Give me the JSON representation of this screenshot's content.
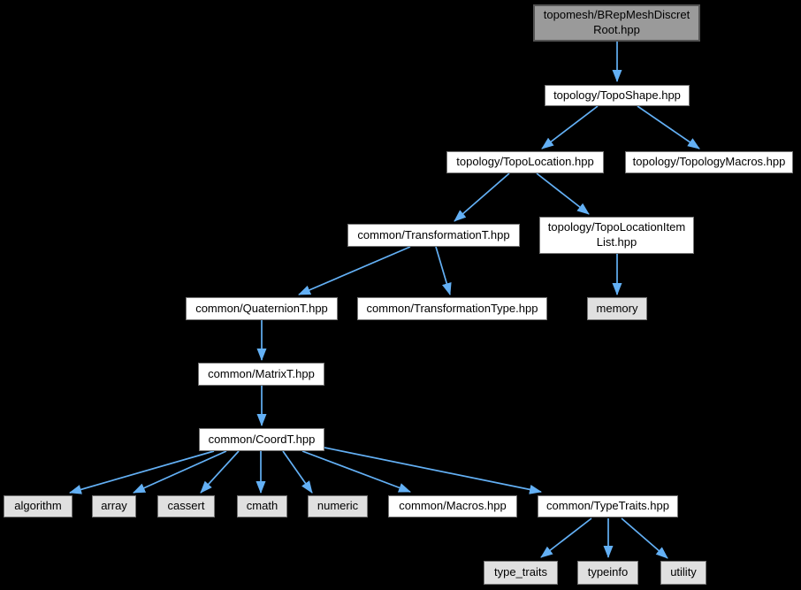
{
  "diagram": {
    "type": "include-dependency-graph",
    "colors": {
      "background": "#000000",
      "arrow": "#63B0F5",
      "node_file_bg": "#FFFFFF",
      "node_sys_bg": "#E0E0E0",
      "node_main_bg": "#9A9A9A",
      "node_border": "#757575",
      "node_main_border": "#545454",
      "text": "#000000"
    },
    "nodes": {
      "root": {
        "lines": [
          "topomesh/BRepMeshDiscret",
          "Root.hpp"
        ],
        "full_label": "topomesh/BRepMeshDiscretRoot.hpp",
        "kind": "main"
      },
      "toposhape": {
        "label": "topology/TopoShape.hpp",
        "kind": "file"
      },
      "topolocation": {
        "label": "topology/TopoLocation.hpp",
        "kind": "file"
      },
      "topologymacros": {
        "label": "topology/TopologyMacros.hpp",
        "kind": "file"
      },
      "transformationt": {
        "label": "common/TransformationT.hpp",
        "kind": "file"
      },
      "topolocationitemlist": {
        "lines": [
          "topology/TopoLocationItem",
          "List.hpp"
        ],
        "full_label": "topology/TopoLocationItemList.hpp",
        "kind": "file"
      },
      "quaterniont": {
        "label": "common/QuaternionT.hpp",
        "kind": "file"
      },
      "transformationtype": {
        "label": "common/TransformationType.hpp",
        "kind": "file"
      },
      "memory": {
        "label": "memory",
        "kind": "system"
      },
      "matrixt": {
        "label": "common/MatrixT.hpp",
        "kind": "file"
      },
      "coordt": {
        "label": "common/CoordT.hpp",
        "kind": "file"
      },
      "algorithm": {
        "label": "algorithm",
        "kind": "system"
      },
      "array": {
        "label": "array",
        "kind": "system"
      },
      "cassert": {
        "label": "cassert",
        "kind": "system"
      },
      "cmath": {
        "label": "cmath",
        "kind": "system"
      },
      "numeric": {
        "label": "numeric",
        "kind": "system"
      },
      "macros": {
        "label": "common/Macros.hpp",
        "kind": "file"
      },
      "typetraits": {
        "label": "common/TypeTraits.hpp",
        "kind": "file"
      },
      "type_traits": {
        "label": "type_traits",
        "kind": "system"
      },
      "typeinfo": {
        "label": "typeinfo",
        "kind": "system"
      },
      "utility": {
        "label": "utility",
        "kind": "system"
      }
    },
    "edges": [
      {
        "from": "root",
        "to": "toposhape"
      },
      {
        "from": "toposhape",
        "to": "topolocation"
      },
      {
        "from": "toposhape",
        "to": "topologymacros"
      },
      {
        "from": "topolocation",
        "to": "transformationt"
      },
      {
        "from": "topolocation",
        "to": "topolocationitemlist"
      },
      {
        "from": "transformationt",
        "to": "quaterniont"
      },
      {
        "from": "transformationt",
        "to": "transformationtype"
      },
      {
        "from": "topolocationitemlist",
        "to": "memory"
      },
      {
        "from": "quaterniont",
        "to": "matrixt"
      },
      {
        "from": "matrixt",
        "to": "coordt"
      },
      {
        "from": "coordt",
        "to": "algorithm"
      },
      {
        "from": "coordt",
        "to": "array"
      },
      {
        "from": "coordt",
        "to": "cassert"
      },
      {
        "from": "coordt",
        "to": "cmath"
      },
      {
        "from": "coordt",
        "to": "numeric"
      },
      {
        "from": "coordt",
        "to": "macros"
      },
      {
        "from": "coordt",
        "to": "typetraits"
      },
      {
        "from": "typetraits",
        "to": "type_traits"
      },
      {
        "from": "typetraits",
        "to": "typeinfo"
      },
      {
        "from": "typetraits",
        "to": "utility"
      }
    ]
  }
}
